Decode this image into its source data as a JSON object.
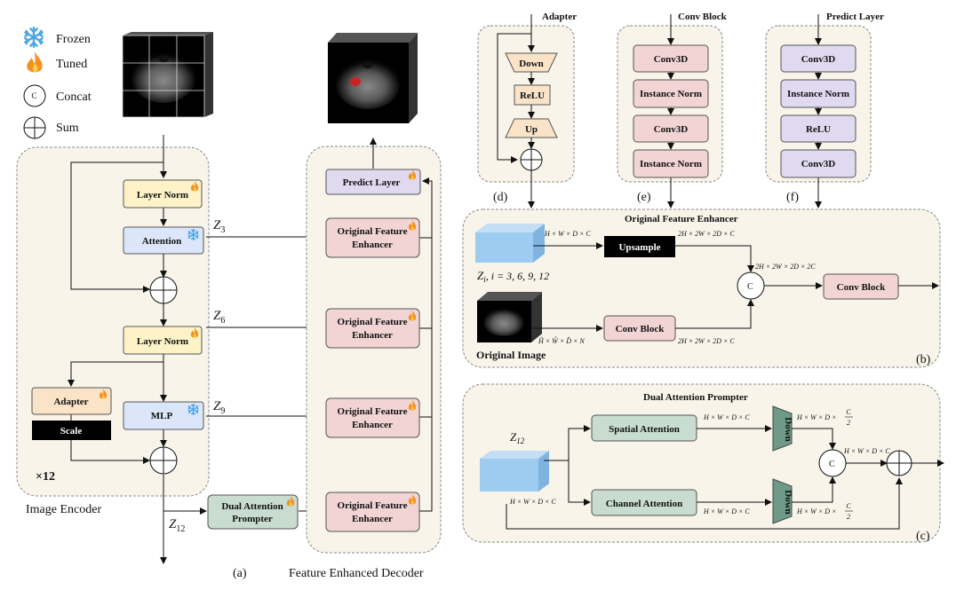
{
  "legend": {
    "frozen": "Frozen",
    "tuned": "Tuned",
    "concat_symbol": "C",
    "concat": "Concat",
    "sum": "Sum"
  },
  "encoder": {
    "caption": "Image Encoder",
    "repeat": "×12",
    "layer_norm_1": "Layer Norm",
    "attention": "Attention",
    "layer_norm_2": "Layer Norm",
    "adapter": "Adapter",
    "scale": "Scale",
    "mlp": "MLP"
  },
  "z_labels": {
    "z3": "Z",
    "z3_sub": "3",
    "z6": "Z",
    "z6_sub": "6",
    "z9": "Z",
    "z9_sub": "9",
    "z12": "Z",
    "z12_sub": "12"
  },
  "decoder": {
    "caption": "Feature Enhanced Decoder",
    "predict": "Predict Layer",
    "ofe_line1": "Original Feature",
    "ofe_line2": "Enhancer",
    "dap_line1": "Dual Attention",
    "dap_line2": "Prompter"
  },
  "panel_a_label": "(a)",
  "adapter_panel": {
    "title": "Adapter",
    "down": "Down",
    "relu": "ReLU",
    "up": "Up",
    "label": "(d)"
  },
  "conv_panel": {
    "title": "Conv Block",
    "items": [
      "Conv3D",
      "Instance Norm",
      "Conv3D",
      "Instance Norm"
    ],
    "label": "(e)"
  },
  "predict_panel": {
    "title": "Predict Layer",
    "items": [
      "Conv3D",
      "Instance Norm",
      "ReLU",
      "Conv3D"
    ],
    "label": "(f)"
  },
  "ofe_panel": {
    "title": "Original Feature Enhancer",
    "dim_in": "H × W × D × C",
    "upsample": "Upsample",
    "dim_up": "2H × 2W × 2D × C",
    "zi_label": "Z",
    "zi_sub": "i",
    "zi_rest": ", i = 3, 6, 9, 12",
    "concat_symbol": "C",
    "dim_cat": "2H × 2W × 2D × 2C",
    "conv_block_out": "Conv Block",
    "dim_orig": "Ĥ × Ŵ × D̂ × N",
    "conv_block_in": "Conv Block",
    "dim_conv": "2H × 2W × 2D × C",
    "original_image": "Original Image",
    "label": "(b)"
  },
  "dap_panel": {
    "title": "Dual Attention Prompter",
    "z_label": "Z",
    "z_sub": "12",
    "dim_in": "H × W × D × C",
    "spatial": "Spatial Attention",
    "channel": "Channel Attention",
    "dim_sa": "H × W × D × C",
    "dim_ca": "H × W × D × C",
    "down": "Down",
    "dim_half_top_a": "H × W × D ×",
    "dim_half_bot_a": "H × W × D ×",
    "frac_num": "C",
    "frac_den": "2",
    "concat_symbol": "C",
    "dim_out": "H × W × D × C",
    "label": "(c)"
  },
  "colors": {
    "yellow": "#fdf2c8",
    "blue": "#dbe6fb",
    "pink": "#f2d4d4",
    "purple": "#e0daf0",
    "teal": "#c8dcd0",
    "peach": "#fbe3c8",
    "cube_blue": "#9ecbf0",
    "panel_bg": "#f8f4ea"
  }
}
